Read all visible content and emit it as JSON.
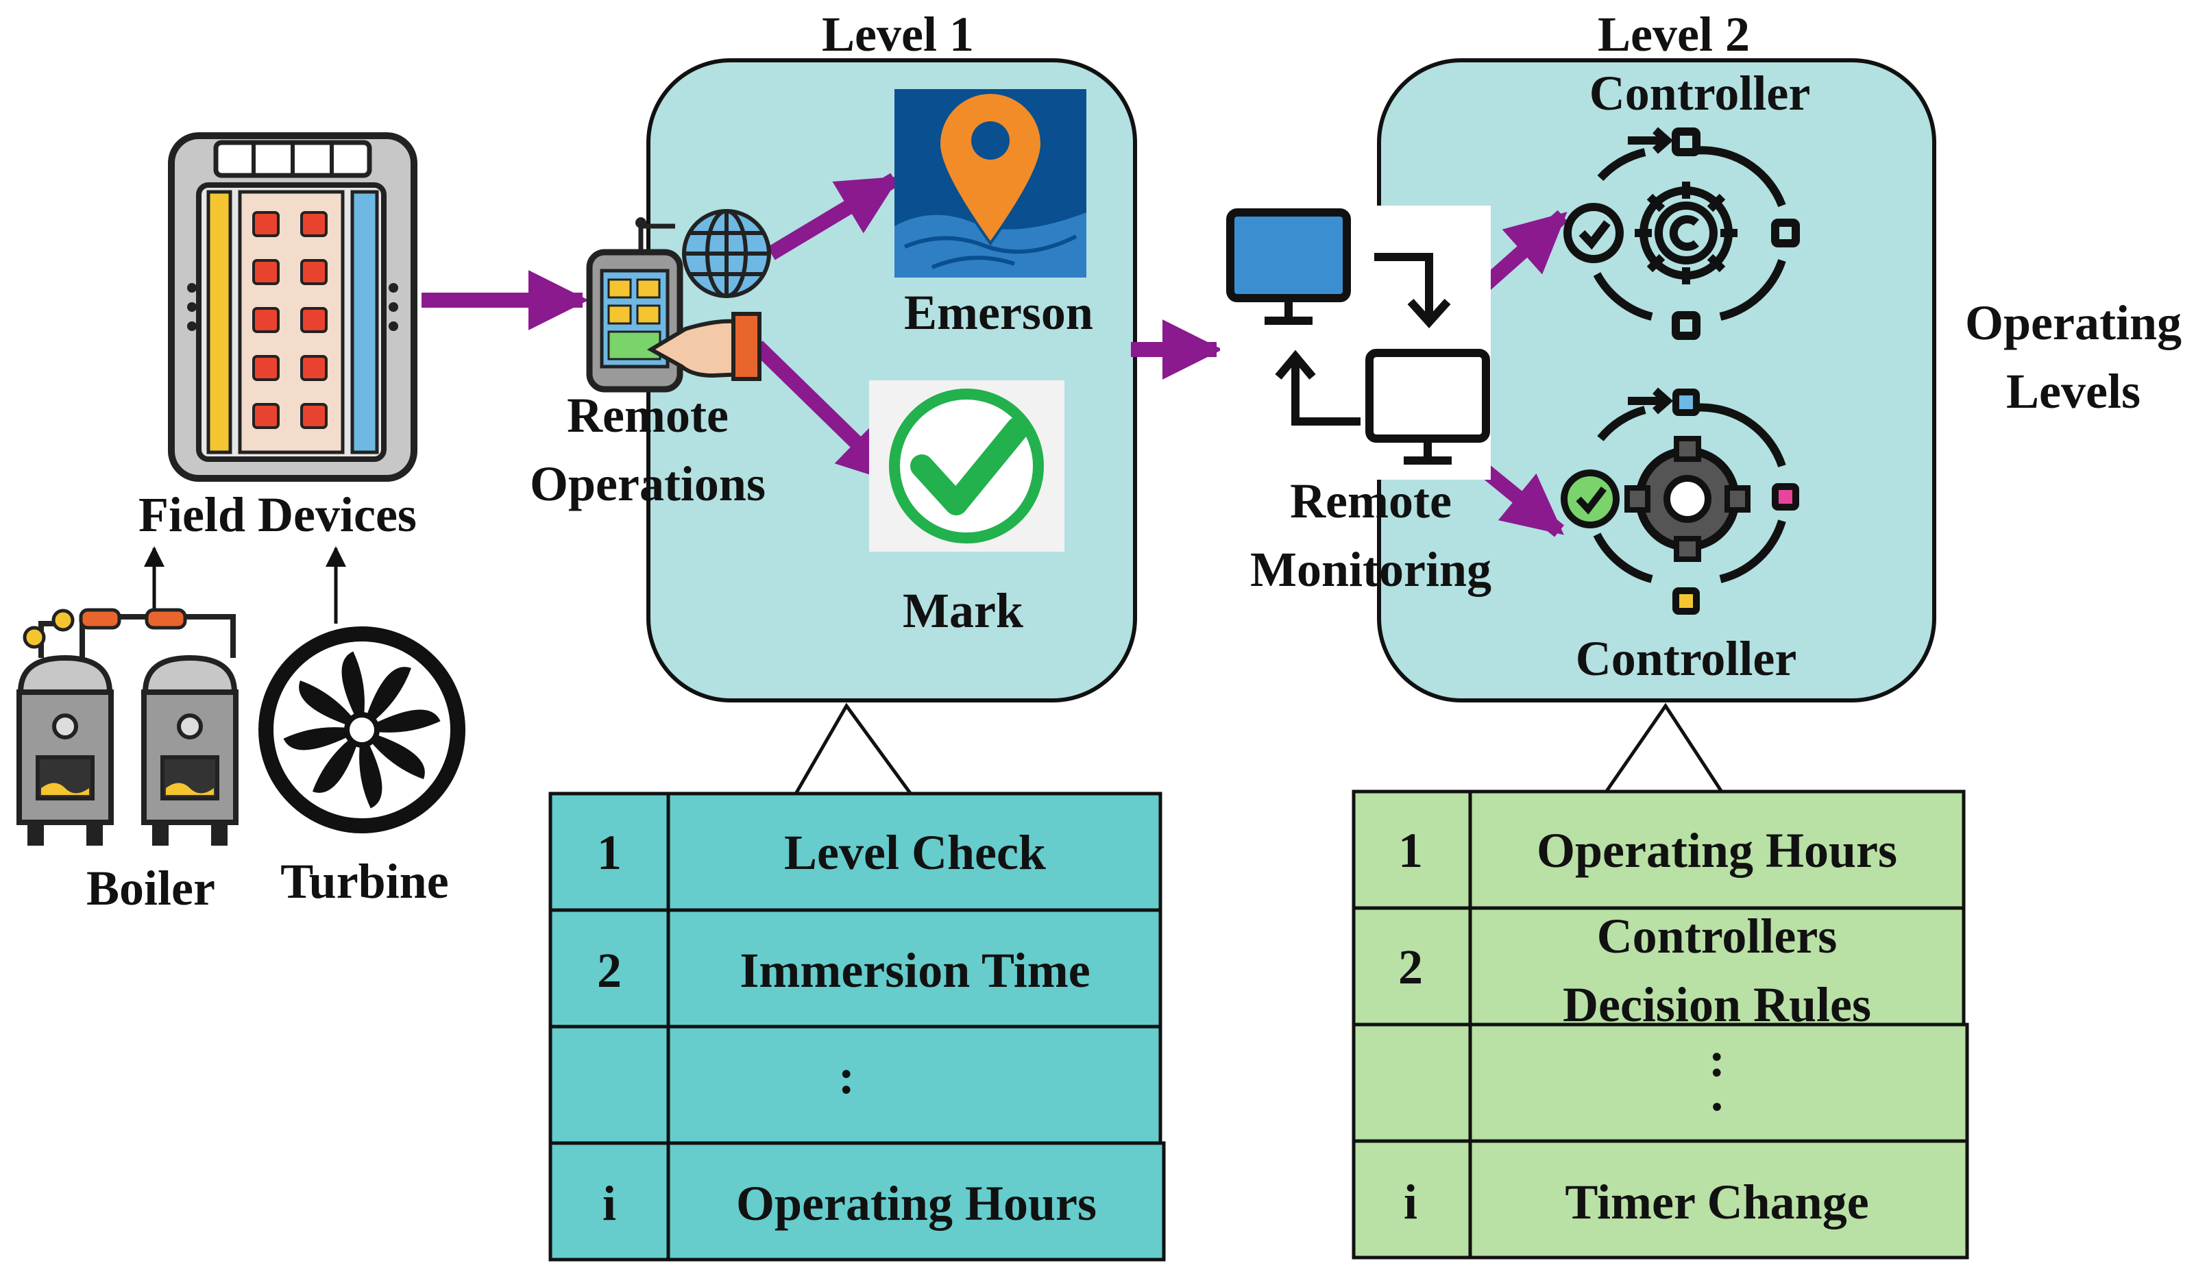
{
  "diagram": {
    "level1": {
      "title": "Level 1",
      "emerson_label": "Emerson",
      "mark_label": "Mark",
      "table": [
        {
          "index": "1",
          "item": "Level Check"
        },
        {
          "index": "2",
          "item": "Immersion Time"
        },
        {
          "index": "",
          "item": ":"
        },
        {
          "index": "i",
          "item": "Operating Hours"
        }
      ]
    },
    "level2": {
      "title": "Level 2",
      "controller_top": "Controller",
      "controller_bottom": "Controller",
      "table": [
        {
          "index": "1",
          "item_line1": "Operating Hours",
          "item_line2": ""
        },
        {
          "index": "2",
          "item_line1": "Controllers",
          "item_line2": "Decision Rules"
        },
        {
          "index": "",
          "item_line1": ":",
          "item_line2": ""
        },
        {
          "index": "i",
          "item_line1": "Timer Change",
          "item_line2": ""
        }
      ]
    },
    "field_devices": {
      "label": "Field Devices",
      "boiler": "Boiler",
      "turbine": "Turbine"
    },
    "remote_operations": {
      "line1": "Remote",
      "line2": "Operations"
    },
    "remote_monitoring": {
      "line1": "Remote",
      "line2": "Monitoring"
    },
    "operating_levels": {
      "line1": "Operating",
      "line2": "Levels"
    },
    "colors": {
      "panel_fill": "#b3e0e0",
      "arrow_purple": "#8b1a8f",
      "table1_fill": "#66cccc",
      "table2_fill": "#b9e0a5",
      "emerson_blue": "#0a4f8f",
      "emerson_pin": "#f28c28",
      "check_green": "#22b14c"
    }
  }
}
